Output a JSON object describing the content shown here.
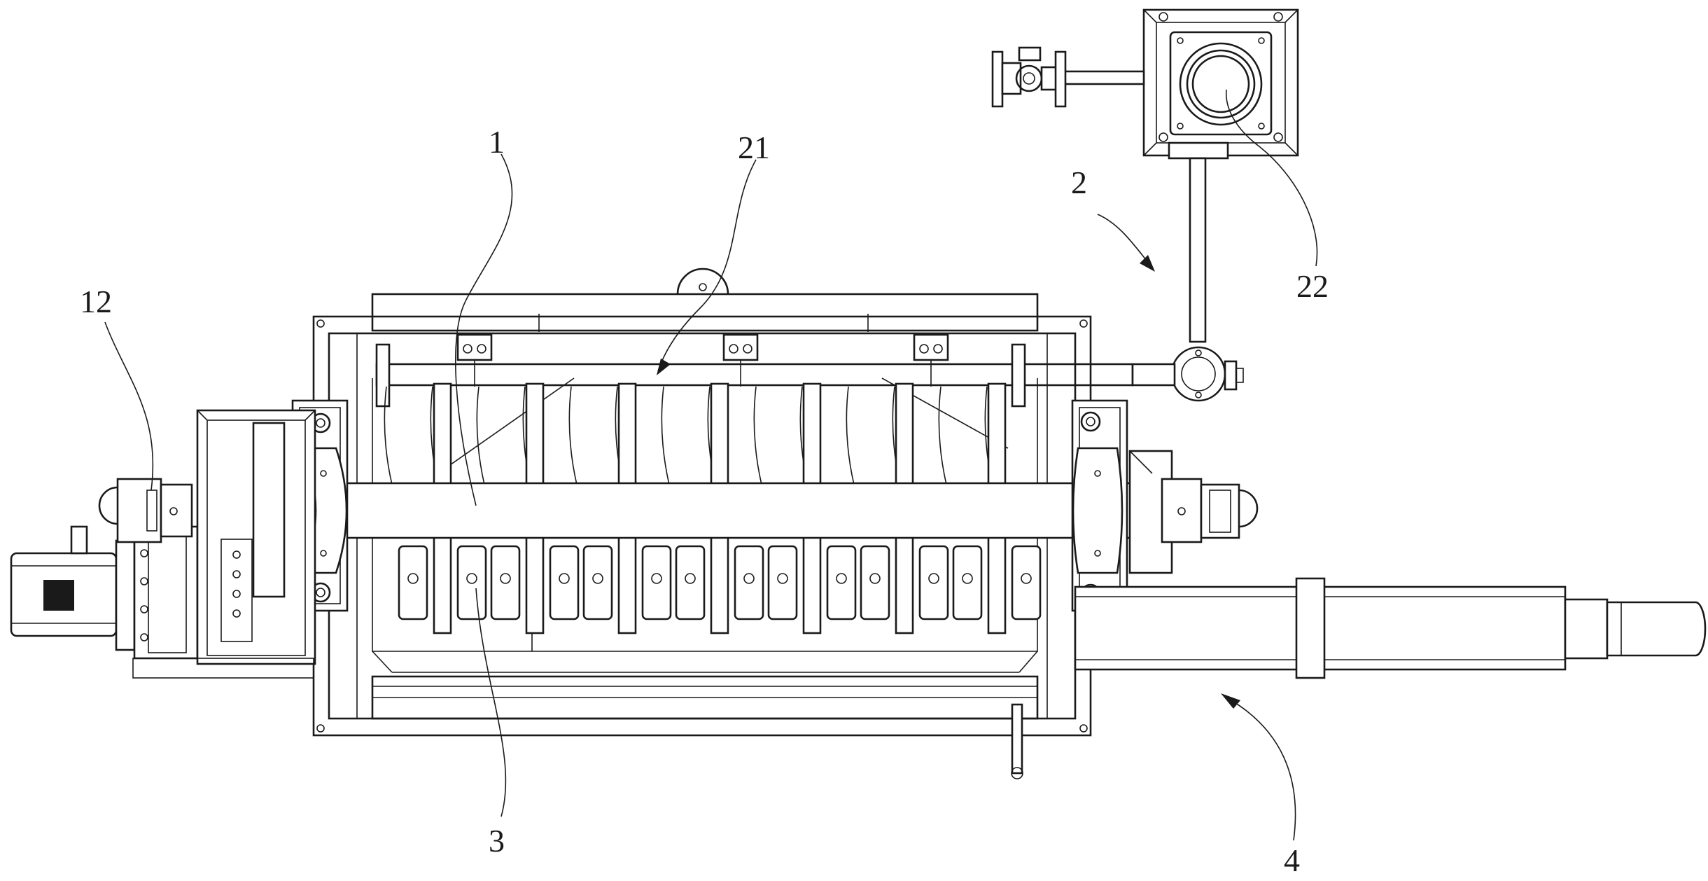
{
  "labels": {
    "l1": "1",
    "l2": "2",
    "l3": "3",
    "l4": "4",
    "l12": "12",
    "l21": "21",
    "l22": "22"
  },
  "colors": {
    "line": "#1a1a1a",
    "background": "#ffffff"
  }
}
